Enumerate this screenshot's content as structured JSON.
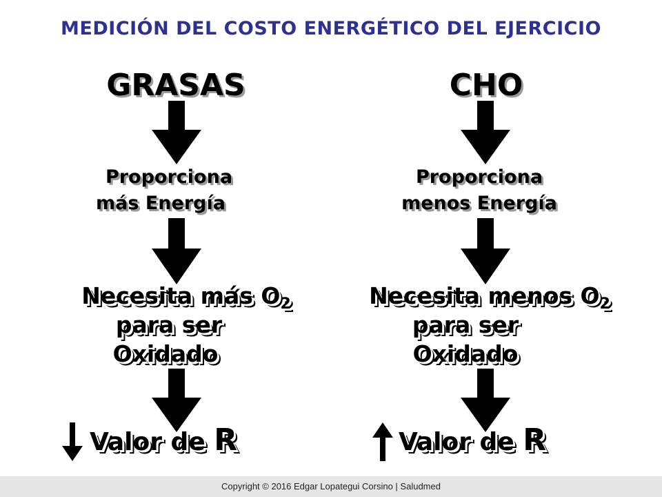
{
  "title": "MEDICIÓN DEL COSTO ENERGÉTICO DEL EJERCICIO",
  "left": {
    "heading": "GRASAS",
    "energy_line1": "Proporciona",
    "energy_line2": "más Energía",
    "oxygen_prefix": "Necesita más O",
    "oxygen_subscript": "2",
    "oxygen_line2": "para ser",
    "oxygen_line3": "Oxidado",
    "r_label": "Valor de ",
    "r_letter": "R",
    "r_direction": "down"
  },
  "right": {
    "heading": "CHO",
    "energy_line1": "Proporciona",
    "energy_line2": "menos Energía",
    "oxygen_prefix": "Necesita menos O",
    "oxygen_subscript": "2",
    "oxygen_line2": "para ser",
    "oxygen_line3": "Oxidado",
    "r_label": "Valor de ",
    "r_letter": "R",
    "r_direction": "up"
  },
  "footer": {
    "copyright": "Copyright © 2016 Edgar Lopategui Corsino | Saludmed"
  }
}
